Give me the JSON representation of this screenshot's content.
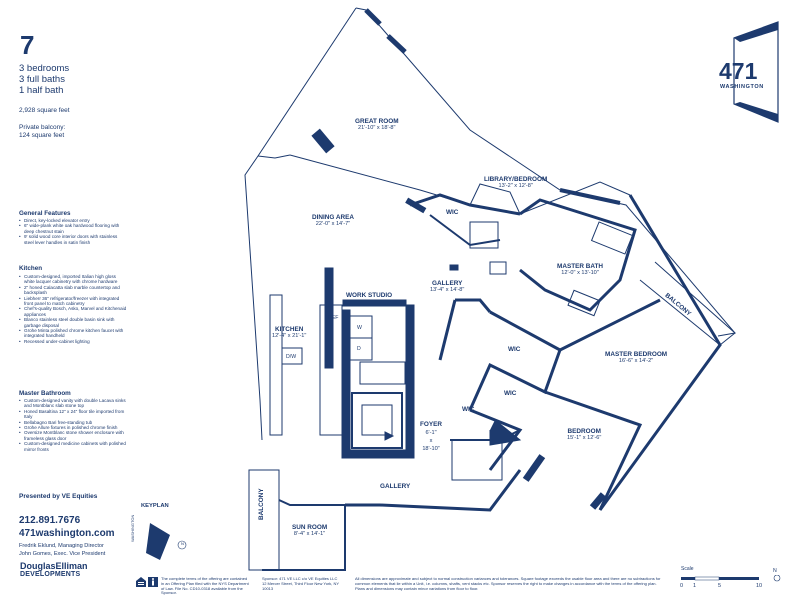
{
  "unit": {
    "number": "7",
    "specs": [
      "3 bedrooms",
      "3 full baths",
      "1 half bath"
    ],
    "square_feet": "2,928 square feet",
    "balcony_label": "Private balcony:",
    "balcony_area": "124 square feet"
  },
  "features": {
    "general_title": "General Features",
    "general": [
      "Direct, key-locked elevator entry",
      "6\" wide-plank white oak hardwood flooring with deep chestnut stain",
      "9' solid wood core interior doors with stainless steel lever handles in satin finish"
    ],
    "kitchen_title": "Kitchen",
    "kitchen": [
      "Custom-designed, imported Italian high gloss white lacquer cabinetry with chrome hardware",
      "2\" honed Calacatta slab marble countertop and backsplash",
      "Liebherr 36\" refrigerator/freezer with integrated front panel to match cabinetry",
      "Chef's-quality Bosch, Asko, Marvel and Kitchenaid appliances",
      "Blanco stainless steel double basin sink with garbage disposal",
      "Grohe Minta polished chrome kitchen faucet with integrated handheld",
      "Recessed under-cabinet lighting"
    ],
    "bath_title": "Master Bathroom",
    "bath": [
      "Custom-designed vanity with double Lacava sinks and Montblanc slab stone top",
      "Honed Basaltina 12\" x 24\" floor tile imported from Italy",
      "Bellabagno Bari free-standing tub",
      "Grohe Allure fixtures in polished chrome finish",
      "Oversize Montblanc stone shower enclosure with frameless glass door",
      "Custom-designed medicine cabinets with polished mirror fronts"
    ]
  },
  "contact": {
    "presented_by": "Presented by VE Equities",
    "phone": "212.891.7676",
    "website": "471washington.com",
    "person1": "Fredrik Eklund, Managing Director",
    "person2": "John Gomes, Exec. Vice President",
    "brand_line1": "DouglasElliman",
    "brand_line2": "DEVELOPMENTS"
  },
  "logo": {
    "number": "471",
    "name": "WASHINGTON"
  },
  "rooms": {
    "great_room": {
      "name": "GREAT ROOM",
      "dims": "21'-10\" x 18'-8\""
    },
    "library": {
      "name": "LIBRARY/BEDROOM",
      "dims": "13'-2\" x 12'-8\""
    },
    "dining": {
      "name": "DINING AREA",
      "dims": "22'-0\" x 14'-7\""
    },
    "gallery_top": {
      "name": "GALLERY",
      "dims": "13'-4\" x 14'-8\""
    },
    "master_bath": {
      "name": "MASTER BATH",
      "dims": "12'-0\" x 13'-10\""
    },
    "work_studio": {
      "name": "WORK STUDIO"
    },
    "kitchen": {
      "name": "KITCHEN",
      "dims": "12'-4\" x 21'-1\""
    },
    "master_bedroom": {
      "name": "MASTER BEDROOM",
      "dims": "16'-6\" x 14'-2\""
    },
    "bedroom": {
      "name": "BEDROOM",
      "dims": "15'-1\" x 12'-6\""
    },
    "foyer": {
      "name": "FOYER",
      "dims1": "6'-1\"",
      "dims2": "x",
      "dims3": "18'-10\""
    },
    "gallery_bottom": {
      "name": "GALLERY"
    },
    "sun_room": {
      "name": "SUN ROOM",
      "dims": "8'-4\" x 14'-1\""
    },
    "balcony_right": "BALCONY",
    "balcony_left": "BALCONY",
    "wic": "WIC",
    "ref": "REF",
    "dw": "D/W",
    "w": "W",
    "d": "D"
  },
  "keyplan": {
    "label": "KEYPLAN",
    "street": "WASHINGTON",
    "north": "N"
  },
  "disclaimers": {
    "offering": "The complete terms of the offering are contained in an Offering Plan filed with the NYS Department of Law. File No. CD10-0318 available from the Sponsor.",
    "sponsor": "Sponsor: 471 VE LLC c/o VE Equities LLC 12 Mercer Street, Third Floor New York, NY 10013",
    "dimensions": "All dimensions are approximate and subject to normal construction variances and tolerances. Square footage exceeds the usable floor area and there are no subtractions for common elements that lie within a Unit, i.e. columns, shafts, vent stacks etc. Sponsor reserves the right to make changes in accordance with the terms of the offering plan. Plans and dimensions may contain minor variations from floor to floor."
  },
  "scale": {
    "label": "Scale",
    "ticks": [
      "0",
      "1",
      "5",
      "10"
    ],
    "north": "N"
  },
  "colors": {
    "ink": "#1d3a6e",
    "wall": "#1d3a6e",
    "paper": "#ffffff"
  }
}
